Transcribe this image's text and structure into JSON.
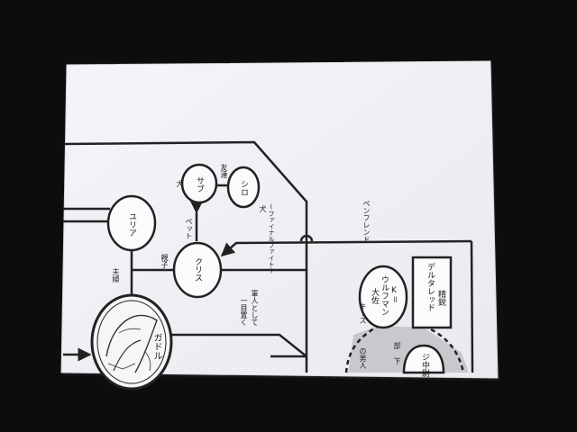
{
  "photo": {
    "subject": "",
    "colors": {
      "background": "#0d0d0d",
      "paper": "#f3f4f8",
      "ink": "#222222",
      "shade": "#c7c9cc"
    }
  },
  "nodes": {
    "sabu": "サブ",
    "shiro": "シロ",
    "yuria": "ユリア",
    "kurisu": "クリス",
    "k_line1": "K＝",
    "k_line2": "ウルフマン",
    "k_line3": "大佐",
    "elite1": "精鋭",
    "elite2": "デルタレッド",
    "lower_partial": "ジ中尉",
    "portrait_name": "ガドル"
  },
  "edges": {
    "inu": "犬",
    "yujo": "友達",
    "inu_fighter": "犬",
    "fighter": "(ファイナルファイト)",
    "pet": "ペット",
    "oyako": "親子",
    "fuufu": "夫婦",
    "gunjin1": "軍人として",
    "gunjin2": "一目置く",
    "penfriend": "ペンフレンド",
    "kiss": "キース",
    "buka": "部 下",
    "otoko": "の男人"
  }
}
